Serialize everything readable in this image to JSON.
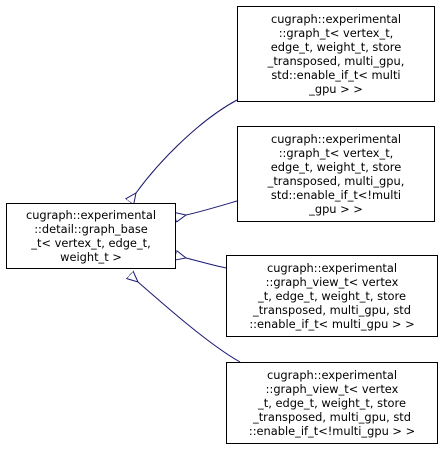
{
  "colors": {
    "edge": "#191970",
    "node_border": "#000000",
    "node_fill": "#ffffff",
    "background": "#ffffff"
  },
  "nodes": {
    "base": {
      "lines": [
        "cugraph::experimental",
        "::detail::graph_base",
        "_t< vertex_t, edge_t,",
        "weight_t >"
      ]
    },
    "graph_multi_gpu": {
      "lines": [
        "cugraph::experimental",
        "::graph_t< vertex_t,",
        " edge_t, weight_t, store",
        "_transposed, multi_gpu,",
        " std::enable_if_t< multi",
        "_gpu > >"
      ]
    },
    "graph_single_gpu": {
      "lines": [
        "cugraph::experimental",
        "::graph_t< vertex_t,",
        " edge_t, weight_t, store",
        "_transposed, multi_gpu,",
        " std::enable_if_t<!multi",
        "_gpu > >"
      ]
    },
    "view_multi_gpu": {
      "lines": [
        "cugraph::experimental",
        "::graph_view_t< vertex",
        "_t, edge_t, weight_t, store",
        "_transposed, multi_gpu, std",
        "::enable_if_t< multi_gpu > >"
      ]
    },
    "view_single_gpu": {
      "lines": [
        "cugraph::experimental",
        "::graph_view_t< vertex",
        "_t, edge_t, weight_t, store",
        "_transposed, multi_gpu, std",
        "::enable_if_t<!multi_gpu > >"
      ]
    }
  }
}
